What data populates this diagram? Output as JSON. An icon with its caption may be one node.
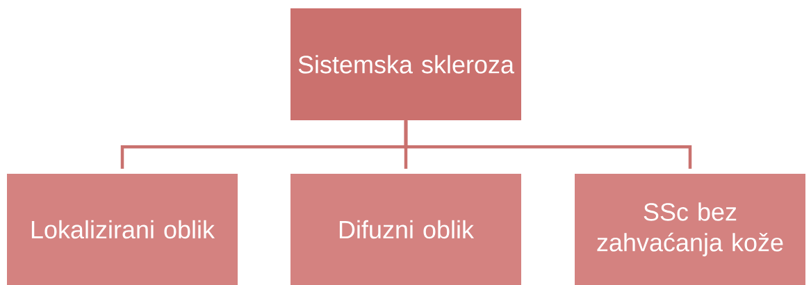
{
  "diagram": {
    "nodes": [
      {
        "text": [
          "Sistemska skleroza"
        ]
      },
      {
        "text": [
          "Lokalizirani oblik"
        ]
      },
      {
        "text": [
          "Difuzni oblik"
        ]
      },
      {
        "text": [
          "SSc bez zahvaćanja kože"
        ]
      }
    ],
    "edges": [
      {
        "from": 0,
        "to": 1,
        "arrow": "none"
      },
      {
        "from": 0,
        "to": 2,
        "arrow": "none"
      },
      {
        "from": 0,
        "to": 3,
        "arrow": "none"
      }
    ]
  }
}
